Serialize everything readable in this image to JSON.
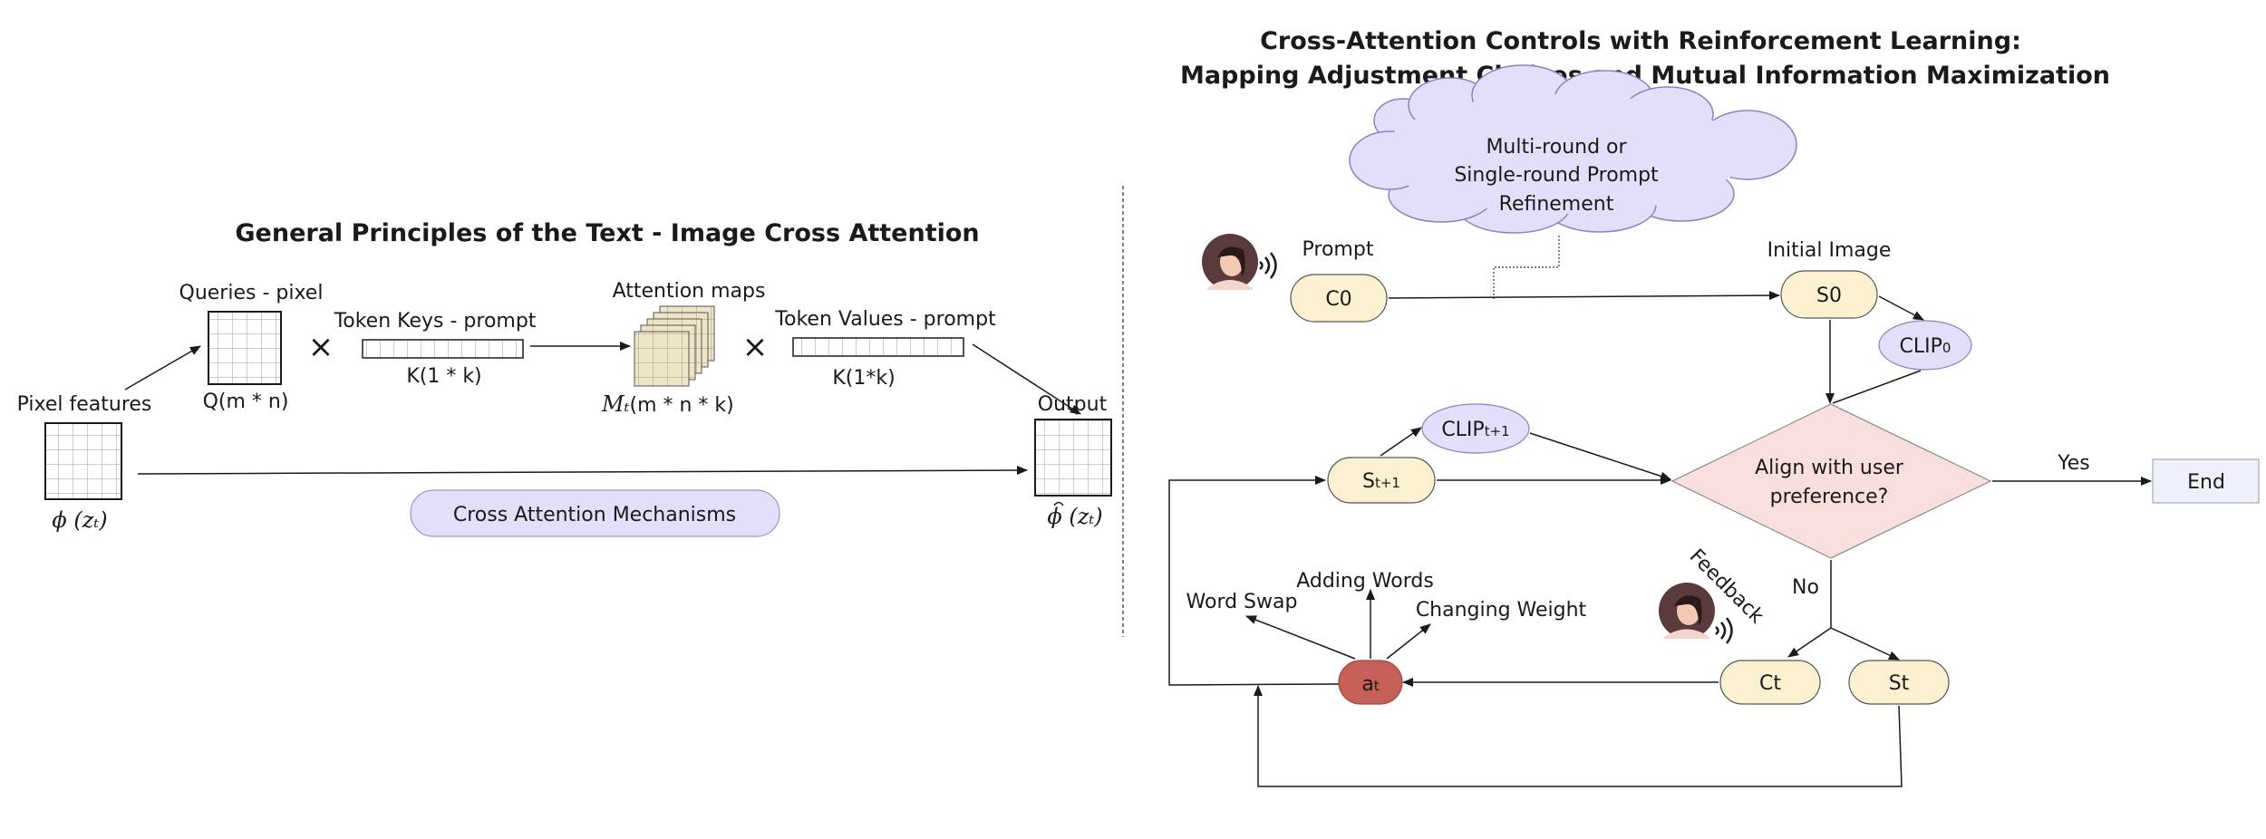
{
  "left": {
    "title": "General Principles of the Text - Image Cross Attention",
    "pixel_features": "Pixel features",
    "phi_label": "ϕ (zₜ)",
    "queries_title": "Queries - pixel",
    "queries_dim": "Q(m * n)",
    "times_symbol": "×",
    "keys_title": "Token Keys - prompt",
    "keys_dim": "K(1 * k)",
    "attn_title": "Attention maps",
    "attn_dim_math": "Mₜ",
    "attn_dim": "(m * n * k)",
    "values_title": "Token Values - prompt",
    "values_dim": "K(1*k)",
    "output_title": "Output",
    "phi_hat_label": "ϕ (zₜ)",
    "mechanism_label": "Cross Attention Mechanisms"
  },
  "right": {
    "title_line1": "Cross-Attention Controls with Reinforcement Learning:",
    "title_line2": "Mapping Adjustment Choices and Mutual Information Maximization",
    "cloud_line1": "Multi-round or",
    "cloud_line2": "Single-round Prompt",
    "cloud_line3": "Refinement",
    "prompt_label": "Prompt",
    "c0": "C0",
    "initial_image_label": "Initial Image",
    "s0": "S0",
    "clip0_main": "CLIP",
    "clip0_sub": "0",
    "st1_main": "S",
    "st1_sub": "t+1",
    "clipt1_main": "CLIP",
    "clipt1_sub": "t+1",
    "decision_line1": "Align with user",
    "decision_line2": "preference?",
    "yes": "Yes",
    "end": "End",
    "no": "No",
    "feedback": "Feedback",
    "ct": "Ct",
    "st": "St",
    "at_main": "a",
    "at_sub": "t",
    "word_swap": "Word Swap",
    "adding_words": "Adding Words",
    "changing_weight": "Changing Weight"
  },
  "colors": {
    "cream": "#fbf0cf",
    "lavender": "#e3defa",
    "pink": "#f8dfdd",
    "red_node": "#c55f57",
    "end_box": "#eef0fb",
    "attention_tile": "#f0e4c6",
    "divider": "#555555"
  }
}
